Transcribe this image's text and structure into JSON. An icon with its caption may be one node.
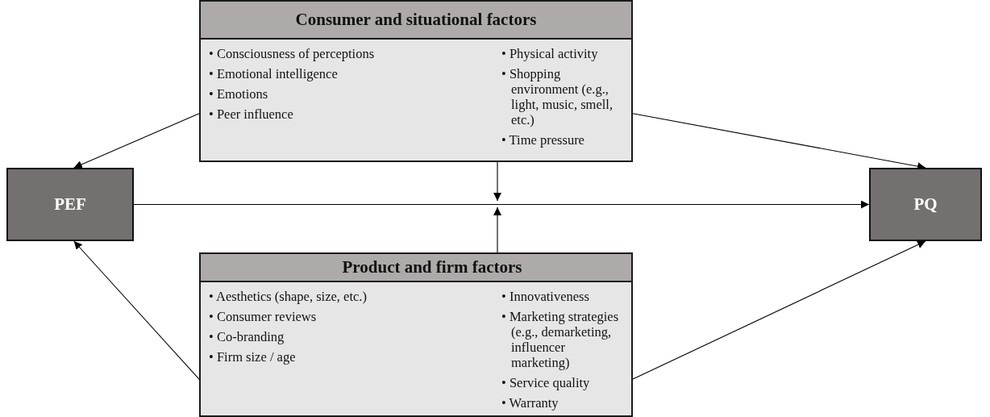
{
  "diagram": {
    "nodes": [
      {
        "text": [
          "Consumer and situational factors",
          "• Consciousness of perceptions",
          "• Emotional intelligence",
          "• Emotions",
          "• Peer influence",
          "• Physical activity",
          "• Shopping environment (e.g., light, music, smell, etc.)",
          "• Time pressure"
        ]
      },
      {
        "text": [
          "PEF"
        ]
      },
      {
        "text": [
          "PQ"
        ]
      },
      {
        "text": [
          "Product and firm factors",
          "• Aesthetics (shape, size, etc.)",
          "• Consumer reviews",
          "• Co-branding",
          "• Firm size / age",
          "• Innovativeness",
          "• Marketing strategies (e.g., demarketing, influencer marketing)",
          "• Service quality",
          "• Warranty"
        ]
      }
    ],
    "edges": [
      {
        "from": 0,
        "to": 1,
        "arrow": "to"
      },
      {
        "from": 0,
        "to": 2,
        "arrow": "to"
      },
      {
        "from": 1,
        "to": 2,
        "arrow": "to"
      },
      {
        "from": 0,
        "to": null,
        "arrow": "to"
      },
      {
        "from": 3,
        "to": null,
        "arrow": "to"
      },
      {
        "from": 3,
        "to": 1,
        "arrow": "to"
      },
      {
        "from": 3,
        "to": 2,
        "arrow": "to"
      }
    ]
  }
}
